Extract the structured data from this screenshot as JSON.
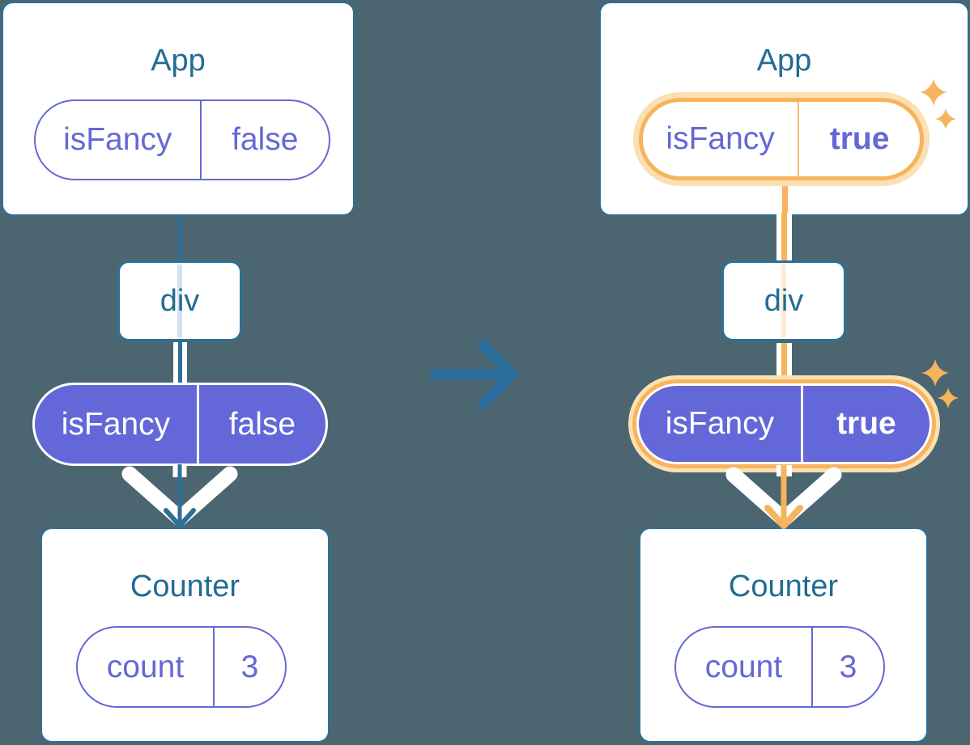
{
  "colors": {
    "background": "#4c6671",
    "card_border_teal": "#2d7095",
    "title_text_teal": "#226c92",
    "purple_fill": "#6467d8",
    "purple_outline": "#6468d6",
    "highlight_orange": "#f6b45c",
    "highlight_orange_light": "#fbe0b4",
    "pipe_white": "#ffffff"
  },
  "before": {
    "app": {
      "title": "App",
      "prop_name": "isFancy",
      "prop_value": "false"
    },
    "div": {
      "label": "div"
    },
    "passed_prop": {
      "name": "isFancy",
      "value": "false"
    },
    "counter": {
      "title": "Counter",
      "state_name": "count",
      "state_value": "3"
    }
  },
  "after": {
    "app": {
      "title": "App",
      "prop_name": "isFancy",
      "prop_value": "true"
    },
    "div": {
      "label": "div"
    },
    "passed_prop": {
      "name": "isFancy",
      "value": "true"
    },
    "counter": {
      "title": "Counter",
      "state_name": "count",
      "state_value": "3"
    }
  }
}
